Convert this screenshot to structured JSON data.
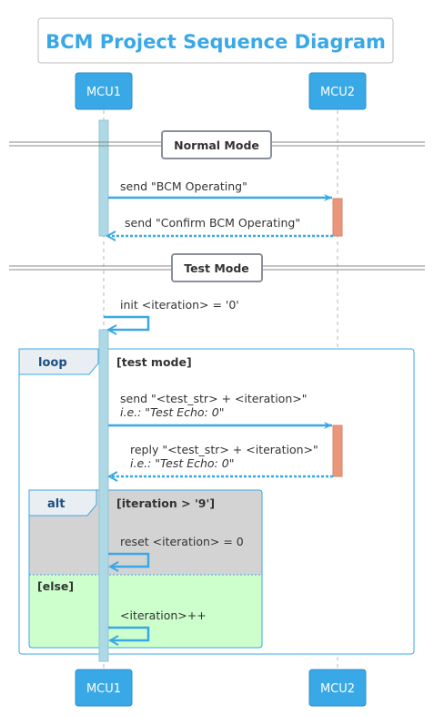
{
  "title": "BCM Project Sequence Diagram",
  "participants": {
    "mcu1": "MCU1",
    "mcu2": "MCU2"
  },
  "dividers": {
    "normal": "Normal Mode",
    "test": "Test Mode"
  },
  "messages": {
    "send_operating": "send \"BCM Operating\"",
    "confirm_operating": "send \"Confirm BCM Operating\"",
    "init_iteration": "init <iteration> = '0'",
    "send_test": "send \"<test_str> + <iteration>\"",
    "send_test_example": "i.e.: \"Test Echo: 0\"",
    "reply_test": "reply \"<test_str> + <iteration>\"",
    "reply_test_example": "i.e.: \"Test Echo: 0\"",
    "reset_iteration": "reset <iteration> = 0",
    "increment_iteration": "<iteration>++"
  },
  "fragments": {
    "loop_keyword": "loop",
    "loop_guard": "[test mode]",
    "alt_keyword": "alt",
    "alt_guard": "[iteration > '9']",
    "else_guard": "[else]"
  },
  "colors": {
    "accent": "#39a8e6",
    "title": "#39a8e6",
    "mcu1_activation": "#add8e6",
    "mcu2_activation": "#e9967a",
    "alt_background": "#d3d3d3",
    "else_background": "#ccffcc",
    "fragment_keyword": "#1a4f80"
  }
}
